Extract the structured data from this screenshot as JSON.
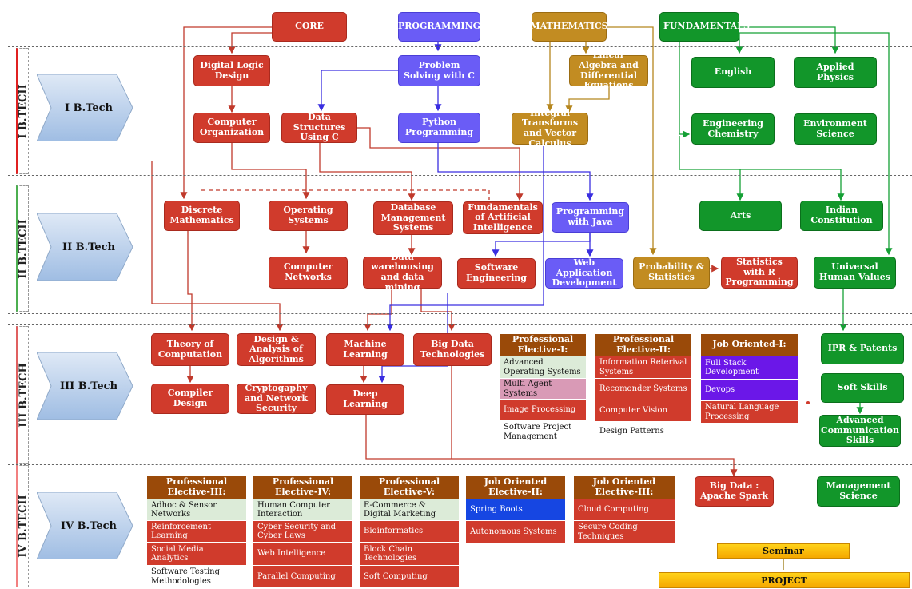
{
  "years": [
    "I B.TECH",
    "II B.TECH",
    "III B.TECH",
    "IV B.TECH"
  ],
  "year_labels": [
    "I B.Tech",
    "II B.Tech",
    "III B.Tech",
    "IV B.Tech"
  ],
  "colors": {
    "core": "#d03b2c",
    "programming": "#6a5cf6",
    "mathematics": "#c28c22",
    "fundamentals": "#12962a",
    "elective_header": "#9a4a09"
  },
  "headers": {
    "core": "CORE",
    "programming": "PROGRAMMING",
    "mathematics": "MATHEMATICS",
    "fundamentals": "FUNDAMENTALS"
  },
  "year1": {
    "digital_logic": "Digital Logic Design",
    "problem_solving": "Problem Solving with C",
    "linear_algebra": "Linear Algebra and Differential Equations",
    "english": "English",
    "applied_physics": "Applied Physics",
    "computer_org": "Computer Organization",
    "data_structures": "Data Structures Using C",
    "python": "Python Programming",
    "integral": "Integral Transforms and Vector Calculus",
    "eng_chem": "Engineering Chemistry",
    "env_science": "Environment Science"
  },
  "year2": {
    "discrete": "Discrete Mathematics",
    "os": "Operating Systems",
    "dbms": "Database Management Systems",
    "ai": "Fundamentals of Artificial Intelligence",
    "java": "Programming with Java",
    "arts": "Arts",
    "indian_const": "Indian Constitution",
    "networks": "Computer Networks",
    "data_warehousing": "Data warehousing and data mining",
    "software_eng": "Software Engineering",
    "web_app": "Web Application Development",
    "probability": "Probability & Statistics",
    "stats_r": "Statistics with R Programming",
    "uhv": "Universal Human Values"
  },
  "year3": {
    "toc": "Theory of Computation",
    "daa": "Design & Analysis of Algorithms",
    "ml": "Machine Learning",
    "bigdata": "Big Data Technologies",
    "compiler": "Compiler Design",
    "crypto": "Cryptogaphy and Network Security",
    "dl": "Deep Learning",
    "ipr": "IPR & Patents",
    "soft_skills": "Soft Skills",
    "adv_comm": "Advanced Communication Skills",
    "pe1": {
      "title": "Professional Elective-I:",
      "items": [
        "Advanced Operating Systems",
        "Multi Agent Systems",
        "Image Processing",
        "Software Project Management"
      ]
    },
    "pe2": {
      "title": "Professional Elective-II:",
      "items": [
        "Information Reterival Systems",
        "Recomonder Systems",
        "Computer Vision",
        "Design Patterns"
      ]
    },
    "jo1": {
      "title": "Job Oriented-I:",
      "items": [
        "Full Stack Development",
        "Devops",
        "Natural Language Processing"
      ]
    }
  },
  "year4": {
    "pe3": {
      "title": "Professional Elective-III:",
      "items": [
        "Adhoc & Sensor Networks",
        "Reinforcement Learning",
        "Social Media Analytics",
        "Software Testing Methodologies"
      ]
    },
    "pe4": {
      "title": "Professional Elective-IV:",
      "items": [
        "Human Computer Interaction",
        "Cyber Security and Cyber Laws",
        "Web Intelligence",
        "Parallel Computing"
      ]
    },
    "pe5": {
      "title": "Professional Elective-V:",
      "items": [
        "E-Commerce & Digital Marketing",
        "Bioinformatics",
        "Block Chain Technologies",
        "Soft Computing"
      ]
    },
    "jo2": {
      "title": "Job Oriented Elective-II:",
      "items": [
        "Spring Boots",
        "Autonomous Systems"
      ]
    },
    "jo3": {
      "title": "Job Oriented Elective-III:",
      "items": [
        "Cloud Computing",
        "Secure Coding Techniques"
      ]
    },
    "spark": "Big Data : Apache Spark",
    "mgmt": "Management Science",
    "seminar": "Seminar",
    "project": "PROJECT"
  }
}
